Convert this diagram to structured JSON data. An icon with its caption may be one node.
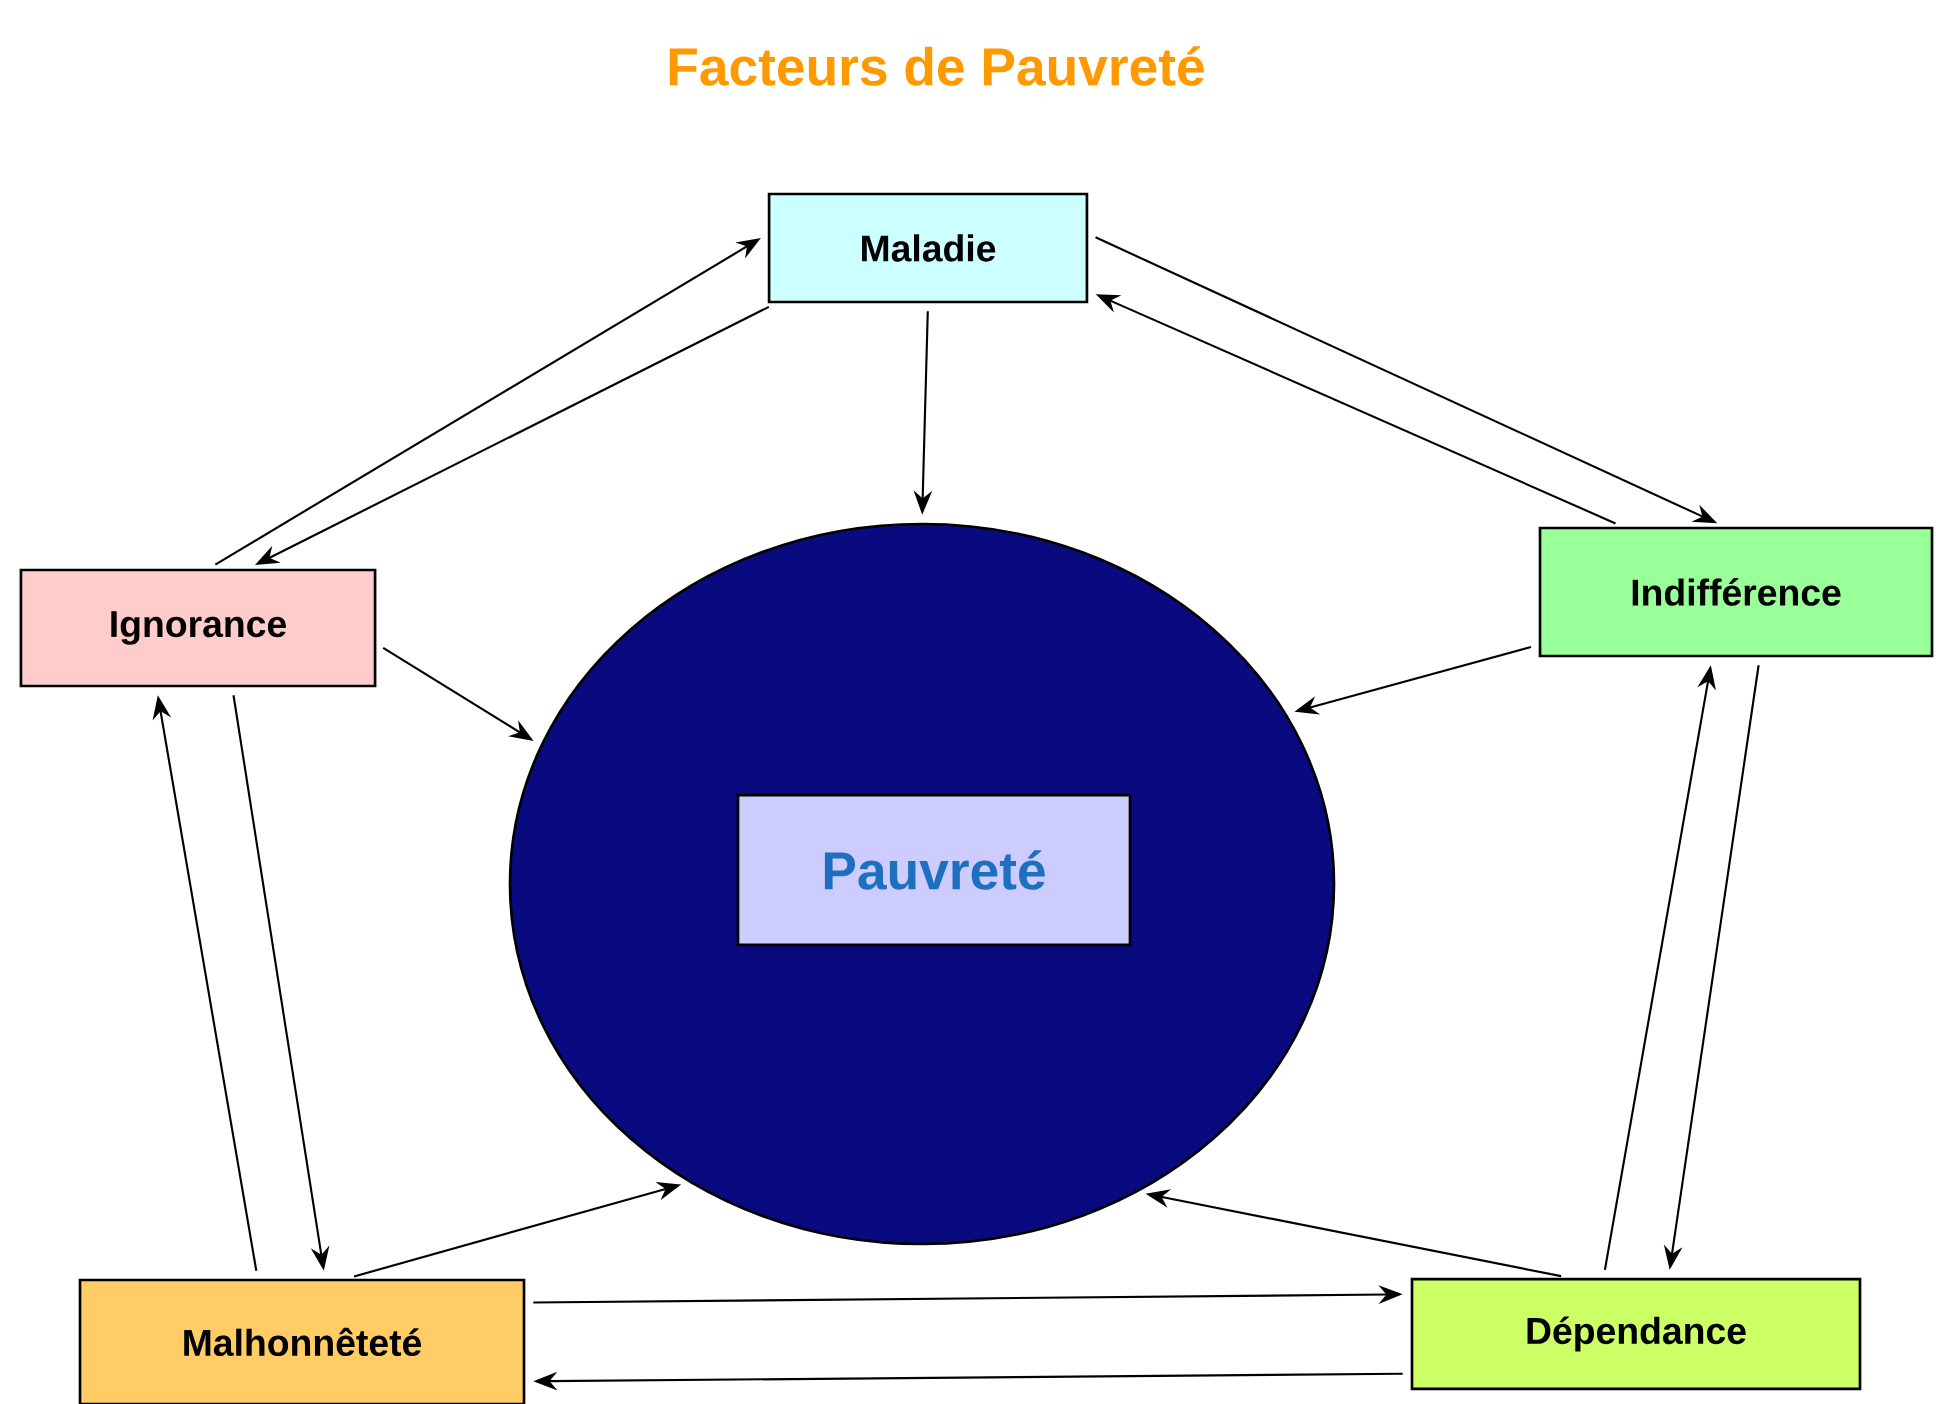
{
  "diagram": {
    "title": "Facteurs de Pauvreté",
    "nodes": [
      {
        "text": [
          "Maladie"
        ]
      },
      {
        "text": [
          "Ignorance"
        ]
      },
      {
        "text": [
          "Indifférence"
        ]
      },
      {
        "text": [],
        "shape": "circle"
      },
      {
        "text": [
          "Pauvreté"
        ],
        "in": 3
      },
      {
        "text": [
          "Malhonnêteté"
        ]
      },
      {
        "text": [
          "Dépendance"
        ]
      }
    ],
    "edges": [
      {
        "from": 0,
        "to": 3,
        "arrow": "to"
      },
      {
        "from": 1,
        "to": 3,
        "arrow": "to"
      },
      {
        "from": 2,
        "to": 3,
        "arrow": "to"
      },
      {
        "from": 5,
        "to": 3,
        "arrow": "to"
      },
      {
        "from": 6,
        "to": 3,
        "arrow": "to"
      },
      {
        "from": 1,
        "to": 0,
        "arrow": "to"
      },
      {
        "from": 0,
        "to": 1,
        "arrow": "to"
      },
      {
        "from": 0,
        "to": 2,
        "arrow": "to"
      },
      {
        "from": 2,
        "to": 0,
        "arrow": "to"
      },
      {
        "from": 2,
        "to": 6,
        "arrow": "to"
      },
      {
        "from": 6,
        "to": 2,
        "arrow": "to"
      },
      {
        "from": 5,
        "to": 6,
        "arrow": "to"
      },
      {
        "from": 6,
        "to": 5,
        "arrow": "to"
      },
      {
        "from": 1,
        "to": 5,
        "arrow": "to"
      },
      {
        "from": 5,
        "to": 1,
        "arrow": "to"
      }
    ]
  }
}
